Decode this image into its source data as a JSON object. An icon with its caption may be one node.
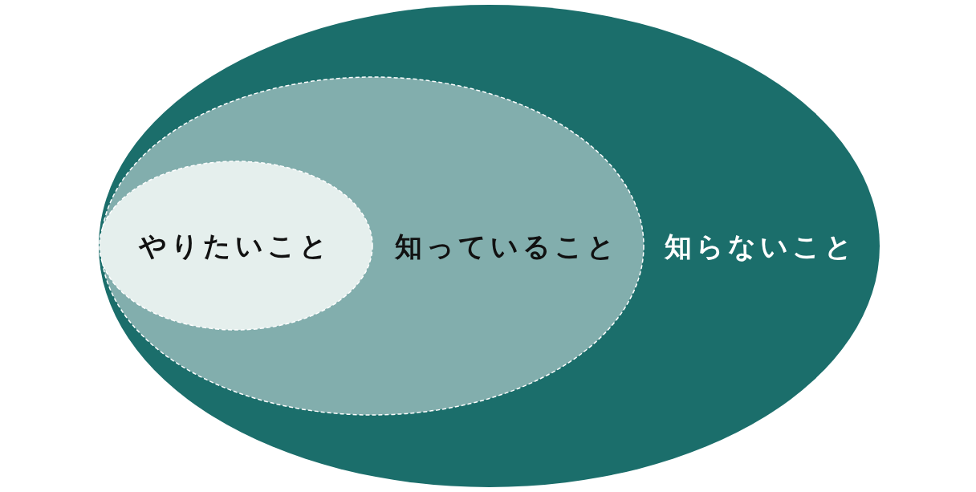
{
  "diagram": {
    "nodes": [
      {
        "text": [
          "知らないこと"
        ]
      },
      {
        "text": [
          "知っていること"
        ],
        "in": 0
      },
      {
        "text": [
          "やりたいこと"
        ],
        "in": 1
      }
    ]
  }
}
